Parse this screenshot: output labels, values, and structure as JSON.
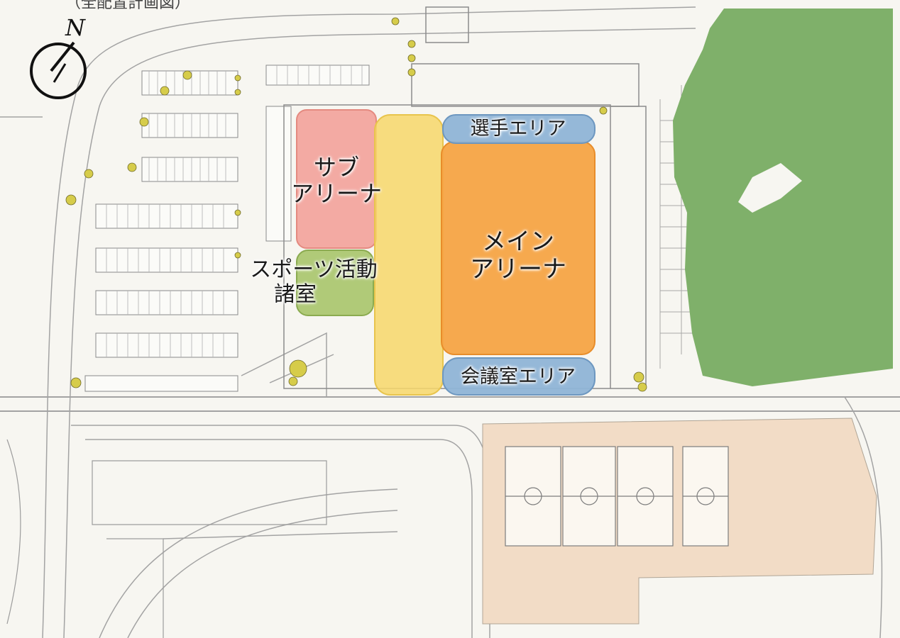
{
  "title_fragment": "（全配置計画図）",
  "north_label": "N",
  "zones": {
    "sub_arena": {
      "line1": "サブ",
      "line2": "アリーナ",
      "color": "#f2a39c"
    },
    "sports_rooms": {
      "line1": "スポーツ活動",
      "line2": "諸室",
      "color": "#a9c66e"
    },
    "main_arena": {
      "line1": "メイン",
      "line2": "アリーナ",
      "color": "#f6a445"
    },
    "athlete_area": {
      "label": "選手エリア",
      "color": "#8fb4d6"
    },
    "meeting_area": {
      "label": "会議室エリア",
      "color": "#8fb4d6"
    },
    "corridor": {
      "color": "#f7d76a"
    }
  },
  "colors": {
    "forest": "#7fb06a",
    "sports_ground": "#f2dcc6",
    "plan_lines": "#9a9a9a",
    "tree_dots": "#d6cc4a"
  }
}
